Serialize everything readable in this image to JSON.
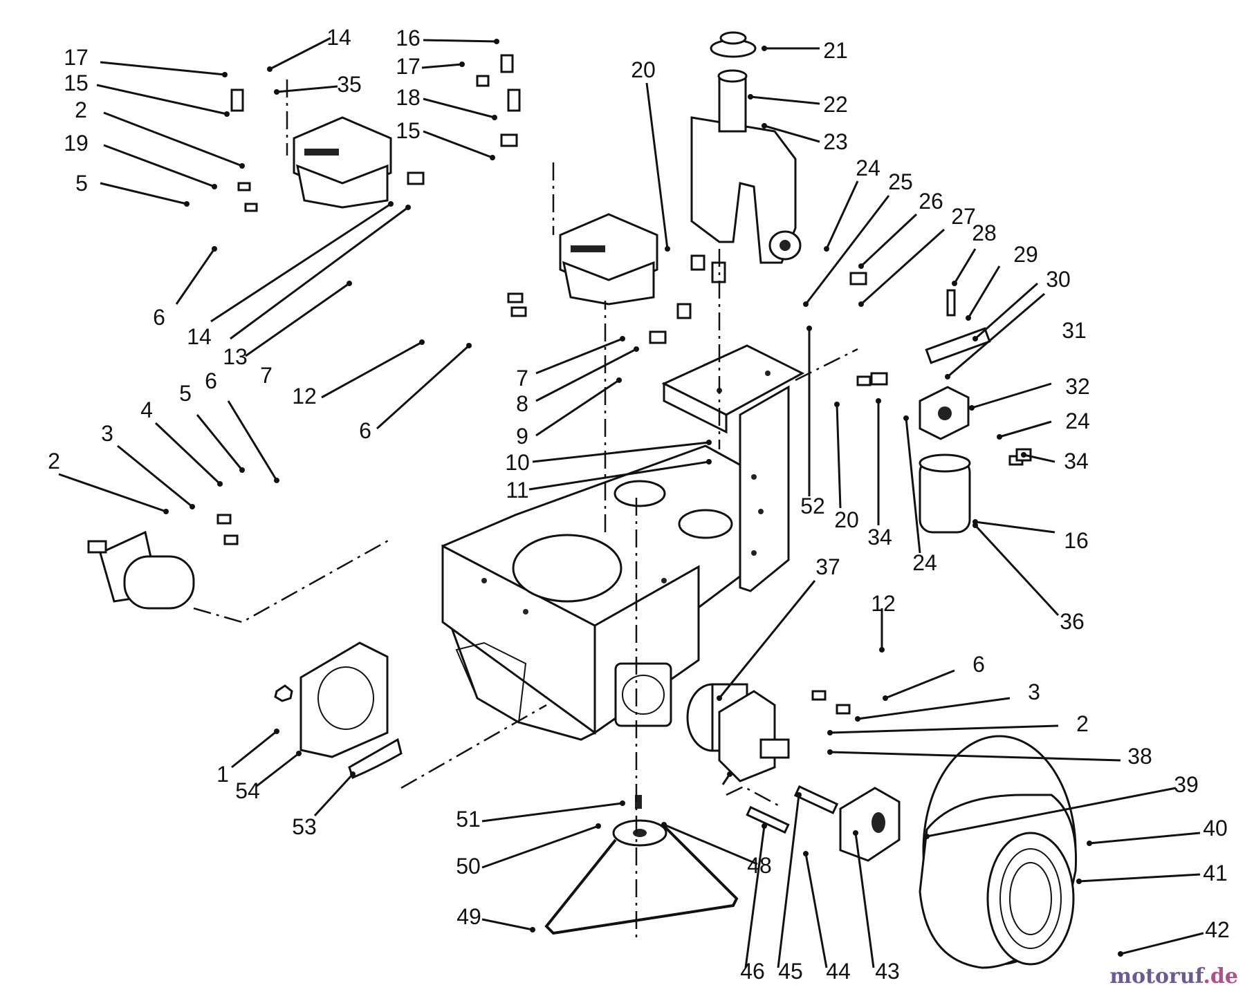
{
  "diagram": {
    "labels": [
      "17",
      "14",
      "15",
      "35",
      "2",
      "19",
      "5",
      "6",
      "14",
      "13",
      "7",
      "16",
      "17",
      "18",
      "15",
      "20",
      "21",
      "22",
      "23",
      "24",
      "25",
      "26",
      "27",
      "28",
      "29",
      "30",
      "31",
      "32",
      "24",
      "34",
      "16",
      "36",
      "20",
      "34",
      "24",
      "52",
      "12",
      "6",
      "7",
      "8",
      "9",
      "10",
      "11",
      "2",
      "3",
      "4",
      "5",
      "6",
      "37",
      "12",
      "6",
      "3",
      "2",
      "38",
      "39",
      "40",
      "41",
      "42",
      "43",
      "44",
      "45",
      "46",
      "48",
      "49",
      "50",
      "51",
      "1",
      "54",
      "53"
    ]
  },
  "watermark": {
    "brand": "motoruf",
    "tld": ".de"
  }
}
